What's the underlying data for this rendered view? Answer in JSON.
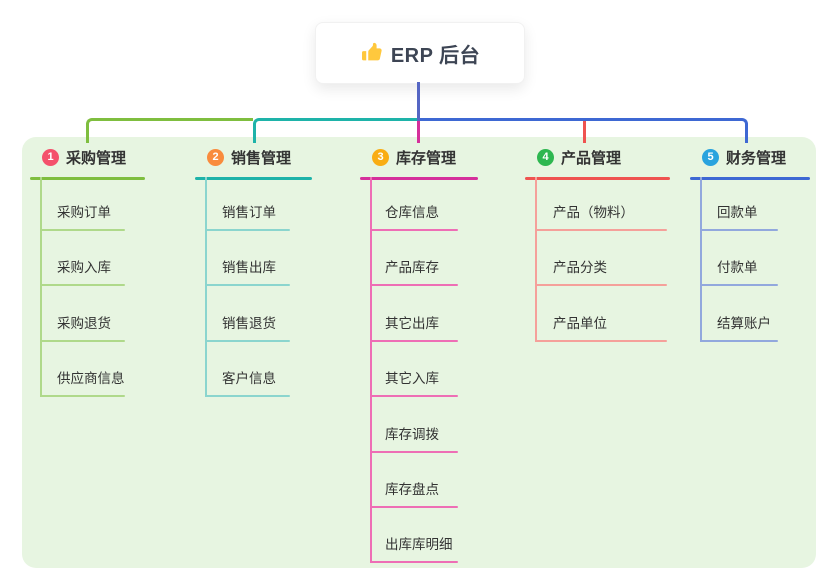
{
  "root": {
    "icon": "thumbs-up",
    "label": "ERP 后台"
  },
  "colors": {
    "page_background": "#ffffff",
    "panel_background": "#E7F5E1",
    "root_line": "#5566C4",
    "text": "#333333",
    "root_text": "#3d4554",
    "thumb_icon": "#FFC83D"
  },
  "branches": [
    {
      "id": "purchase",
      "num": "1",
      "label": "采购管理",
      "badge_color": "#F4516C",
      "line_color": "#7FBE3F",
      "child_line_color": "#AFD98A",
      "children": [
        "采购订单",
        "采购入库",
        "采购退货",
        "供应商信息"
      ]
    },
    {
      "id": "sales",
      "num": "2",
      "label": "销售管理",
      "badge_color": "#F98C3D",
      "line_color": "#1EB3A9",
      "child_line_color": "#8BD5CE",
      "children": [
        "销售订单",
        "销售出库",
        "销售退货",
        "客户信息"
      ]
    },
    {
      "id": "inventory",
      "num": "3",
      "label": "库存管理",
      "badge_color": "#F9AD14",
      "line_color": "#D5309B",
      "child_line_color": "#EE6EB5",
      "children": [
        "仓库信息",
        "产品库存",
        "其它出库",
        "其它入库",
        "库存调拨",
        "库存盘点",
        "出库库明细"
      ]
    },
    {
      "id": "product",
      "num": "4",
      "label": "产品管理",
      "badge_color": "#2EB750",
      "line_color": "#EF5350",
      "child_line_color": "#F5A09A",
      "children": [
        "产品（物料）",
        "产品分类",
        "产品单位"
      ]
    },
    {
      "id": "finance",
      "num": "5",
      "label": "财务管理",
      "badge_color": "#29A3DE",
      "line_color": "#3E68D3",
      "child_line_color": "#92A8DD",
      "children": [
        "回款单",
        "付款单",
        "结算账户"
      ]
    }
  ]
}
